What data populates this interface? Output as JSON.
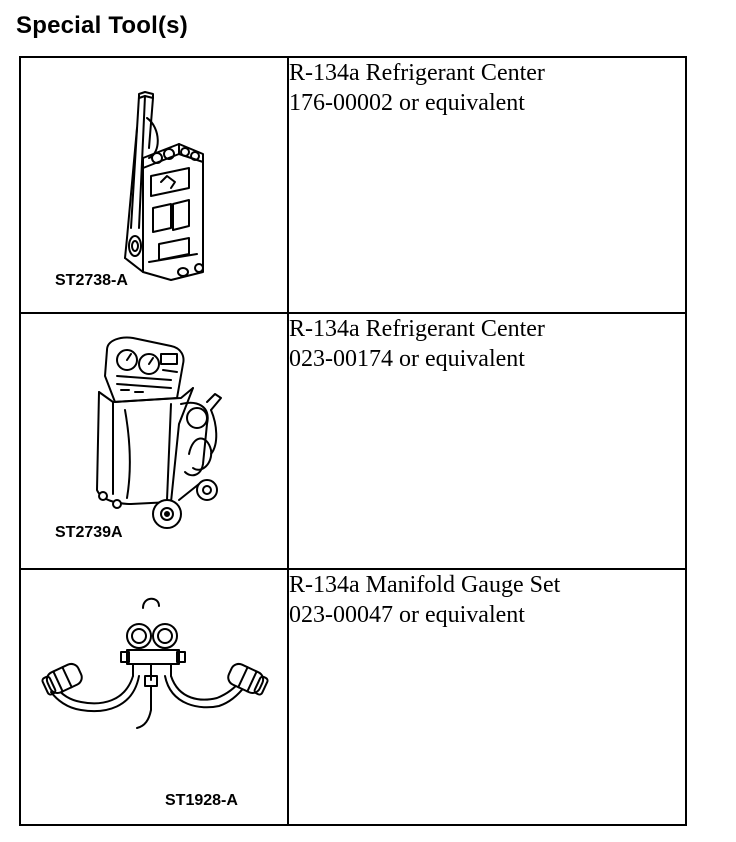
{
  "heading": "Special Tool(s)",
  "tools": [
    {
      "code": "ST2738-A",
      "line1": "R-134a Refrigerant Center",
      "line2": "176-00002 or equivalent"
    },
    {
      "code": "ST2739A",
      "line1": "R-134a Refrigerant Center",
      "line2": "023-00174 or equivalent"
    },
    {
      "code": "ST1928-A",
      "line1": "R-134a Manifold Gauge Set",
      "line2": "023-00047 or equivalent"
    }
  ]
}
